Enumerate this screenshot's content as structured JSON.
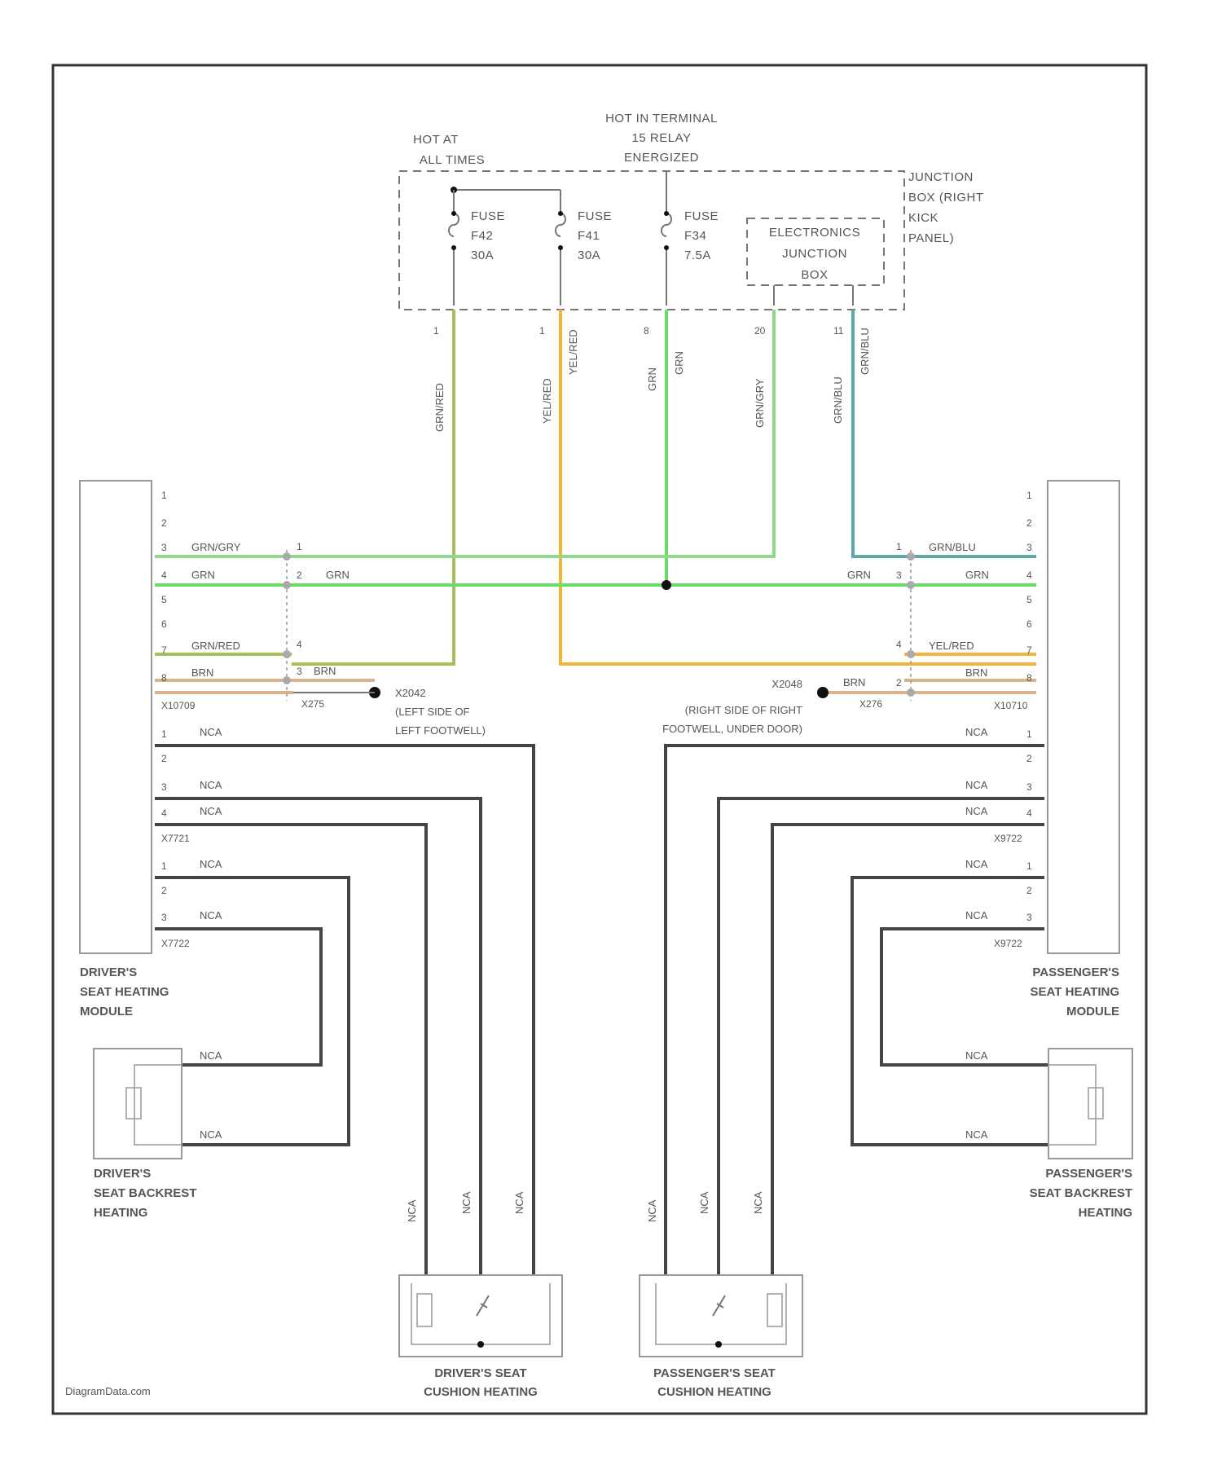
{
  "power_labels": {
    "hot_at_all_times": [
      "HOT AT",
      "ALL TIMES"
    ],
    "hot_in_terminal": [
      "HOT IN TERMINAL",
      "15 RELAY",
      "ENERGIZED"
    ]
  },
  "junction_box": [
    "JUNCTION",
    "BOX (RIGHT",
    "KICK",
    "PANEL)"
  ],
  "electronics_module": [
    "ELECTRONICS",
    "JUNCTION",
    "BOX"
  ],
  "fuses": [
    {
      "lines": [
        "FUSE",
        "F42",
        "30A"
      ]
    },
    {
      "lines": [
        "FUSE",
        "F41",
        "30A"
      ]
    },
    {
      "lines": [
        "FUSE",
        "F34",
        "7.5A"
      ]
    }
  ],
  "terminal_pins": [
    "1",
    "1",
    "8",
    "20",
    "11"
  ],
  "vertical_wires": [
    "GRN/RED",
    "YEL/RED",
    "GRN",
    "GRN/GRY",
    "GRN/BLU"
  ],
  "vertical_wires_b": [
    "GRN/RED",
    "YEL/RED",
    "GRN",
    "GRN/GRY",
    "GRN/BLU"
  ],
  "left_module": {
    "connector_pins": [
      "1",
      "2",
      "3",
      "4",
      "5",
      "6",
      "7",
      "8"
    ],
    "wires": [
      "GRN/GRY",
      "GRN",
      "GRN/RED",
      "BRN"
    ],
    "splice_pins": [
      "1",
      "2",
      "4",
      "3"
    ],
    "splice_wires": [
      "GRN",
      "BRN"
    ],
    "connector_upper": "X10709",
    "splice": "X275",
    "ground": [
      "X2042",
      "(LEFT SIDE OF",
      "LEFT FOOTWELL)"
    ],
    "connector_lower1_pins": [
      "1",
      "2",
      "3",
      "4"
    ],
    "lower1_wires": [
      "NCA",
      "NCA",
      "NCA"
    ],
    "connector_lower1": "X7721",
    "connector_lower2_pins": [
      "1",
      "2",
      "3"
    ],
    "lower2_wires": [
      "NCA",
      "NCA"
    ],
    "connector_lower2": "X7722",
    "name": [
      "DRIVER'S",
      "SEAT HEATING",
      "MODULE"
    ]
  },
  "right_module": {
    "connector_pins": [
      "1",
      "2",
      "3",
      "4",
      "5",
      "6",
      "7",
      "8"
    ],
    "wires": [
      "GRN/BLU",
      "GRN",
      "YEL/RED",
      "BRN"
    ],
    "splice_pins": [
      "1",
      "3",
      "4",
      "2"
    ],
    "splice_wires": [
      "GRN",
      "BRN"
    ],
    "connector_upper": "X10710",
    "splice": "X276",
    "ground": [
      "X2048",
      "(RIGHT SIDE OF RIGHT",
      "FOOTWELL, UNDER DOOR)"
    ],
    "connector_lower1_pins": [
      "1",
      "2",
      "3",
      "4"
    ],
    "lower1_wires": [
      "NCA",
      "NCA",
      "NCA"
    ],
    "connector_lower1": "X9722",
    "connector_lower2_pins": [
      "1",
      "2",
      "3"
    ],
    "lower2_wires": [
      "NCA",
      "NCA"
    ],
    "connector_lower2": "X9722",
    "name": [
      "PASSENGER'S",
      "SEAT HEATING",
      "MODULE"
    ]
  },
  "backrest_wires_left": [
    "NCA",
    "NCA"
  ],
  "backrest_wires_right": [
    "NCA",
    "NCA"
  ],
  "cushion_wires_left": [
    "NCA",
    "NCA",
    "NCA"
  ],
  "cushion_wires_right": [
    "NCA",
    "NCA",
    "NCA"
  ],
  "driver_backrest": [
    "DRIVER'S",
    "SEAT BACKREST",
    "HEATING"
  ],
  "passenger_backrest": [
    "PASSENGER'S",
    "SEAT BACKREST",
    "HEATING"
  ],
  "driver_cushion": [
    "DRIVER'S SEAT",
    "CUSHION HEATING"
  ],
  "passenger_cushion": [
    "PASSENGER'S SEAT",
    "CUSHION HEATING"
  ],
  "watermark": "DiagramData.com",
  "colors": {
    "grn": "#66dd66",
    "grn_gry": "#8dd98d",
    "grn_red": "#a6c257",
    "yel_red": "#f2b43c",
    "grn_blu": "#5fa8a8",
    "brn": "#d9b48a",
    "nca": "#444444"
  }
}
